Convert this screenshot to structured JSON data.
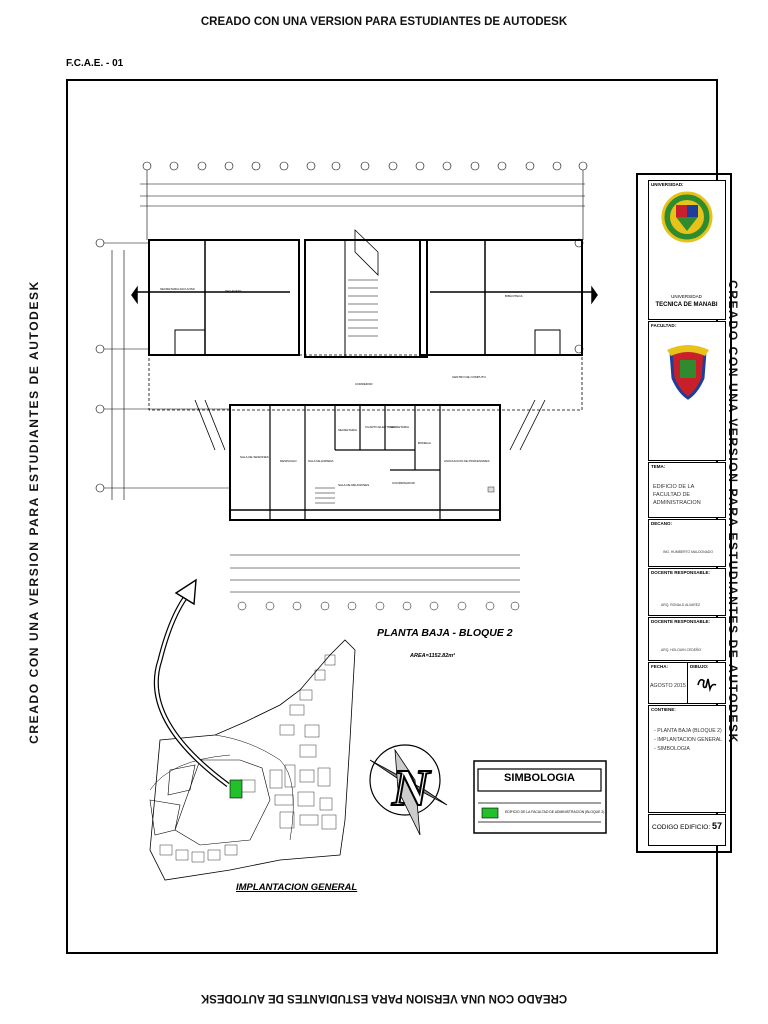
{
  "watermark": "CREADO CON UNA VERSION PARA ESTUDIANTES DE AUTODESK",
  "sheet_code": "F.C.A.E. - 01",
  "plan": {
    "title": "PLANTA BAJA - BLOQUE 2",
    "area": "AREA=1152.82m²",
    "rooms": [
      "SECRETARIA FACULTAD",
      "DECANATO",
      "VICEDECANATO",
      "CONSERJERIA",
      "BIBLIOTECA",
      "SECRETARIA",
      "CUARTO ELECTRICO",
      "SECRETARIA ACADEMICA",
      "BODEGA",
      "ASOCIACION DE PROFESORES",
      "SALA DE SESIONES",
      "SALA DE ESPERA",
      "SALA DE REUNIONES",
      "COORDINADOR",
      "GERENCIA"
    ]
  },
  "implantacion": {
    "title": "IMPLANTACION GENERAL"
  },
  "simbologia": {
    "title": "SIMBOLOGIA",
    "item": "EDIFICIO DE LA FACULTAD DE ADMINISTRACION (BLOQUE 2)",
    "swatch_color": "#22c02a"
  },
  "title_block": {
    "universidad_label": "UNIVERSIDAD:",
    "universidad_name1": "UNIVERSIDAD",
    "universidad_name2": "TECNICA DE MANABI",
    "facultad_label": "FACULTAD:",
    "tema_label": "TEMA:",
    "tema_text": "EDIFICIO DE LA FACULTAD DE ADMINISTRACION",
    "decano_label": "DECANO:",
    "decano_name": "ING. HUMBERTO MALDONADO",
    "docente1_label": "DOCENTE RESPONSABLE:",
    "docente1_name": "ARQ. RONALD ALVAREZ",
    "docente2_label": "DOCENTE RESPONSABLE:",
    "docente2_name": "ARQ. HOLGUIN CEDEÑO",
    "fecha_label": "FECHA:",
    "fecha": "AGOSTO 2015",
    "dibujo_label": "DIBUJO:",
    "contiene_label": "CONTIENE:",
    "contiene": [
      "PLANTA BAJA (BLOQUE 2)",
      "IMPLANTACION GENERAL",
      "SIMBOLOGIA"
    ],
    "codigo_label": "CODIGO EDIFICIO:",
    "codigo": "57"
  },
  "colors": {
    "highlight": "#22c02a",
    "logo_green": "#2e8b2e",
    "logo_yellow": "#e6c21a",
    "logo_red": "#c8202a",
    "logo_blue": "#1f3e9a"
  }
}
